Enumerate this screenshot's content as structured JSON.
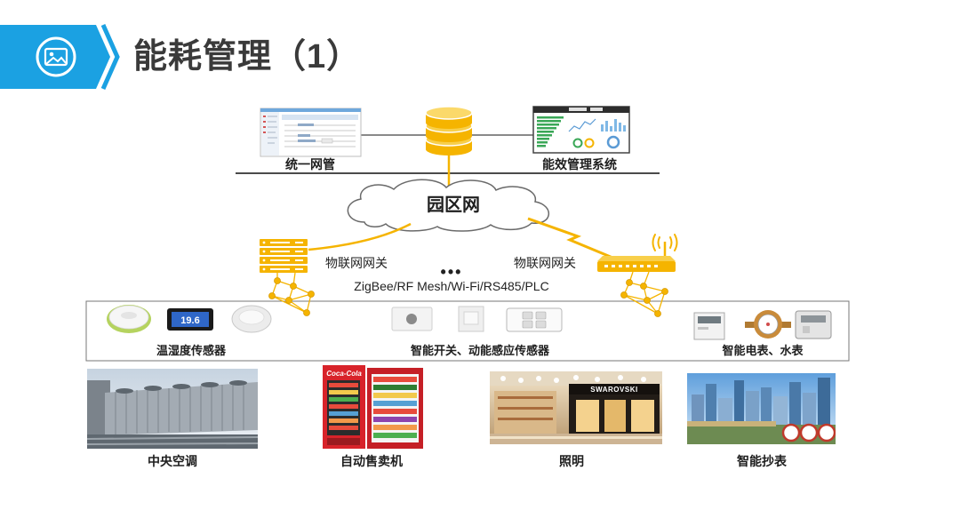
{
  "slide": {
    "title": "能耗管理（1）",
    "header_icon": "image-icon"
  },
  "colors": {
    "accent": "#1ba1e2",
    "highlight": "#f5b400"
  },
  "management": {
    "left_system": {
      "label": "统一网管",
      "icon": "network-manager-screen"
    },
    "right_system": {
      "label": "能效管理系统",
      "icon": "energy-dashboard-screen"
    },
    "storage_icon": "database-icon"
  },
  "network": {
    "label": "园区网",
    "icon": "cloud-icon"
  },
  "gateways": {
    "left": {
      "label": "物联网网关",
      "icon": "gateway-icon"
    },
    "right": {
      "label": "物联网网关",
      "icon": "router-icon"
    },
    "ellipsis": "•••",
    "protocols": "ZigBee/RF Mesh/Wi-Fi/RS485/PLC"
  },
  "devices": [
    {
      "label": "温湿度传感器",
      "display_reading": "19.6"
    },
    {
      "label": "智能开关、动能感应传感器"
    },
    {
      "label": "智能电表、水表"
    }
  ],
  "scenarios": [
    {
      "label": "中央空调"
    },
    {
      "label": "自动售卖机",
      "logo_text": "Coca-Cola"
    },
    {
      "label": "照明",
      "sign_text": "SWAROVSKI"
    },
    {
      "label": "智能抄表"
    }
  ]
}
